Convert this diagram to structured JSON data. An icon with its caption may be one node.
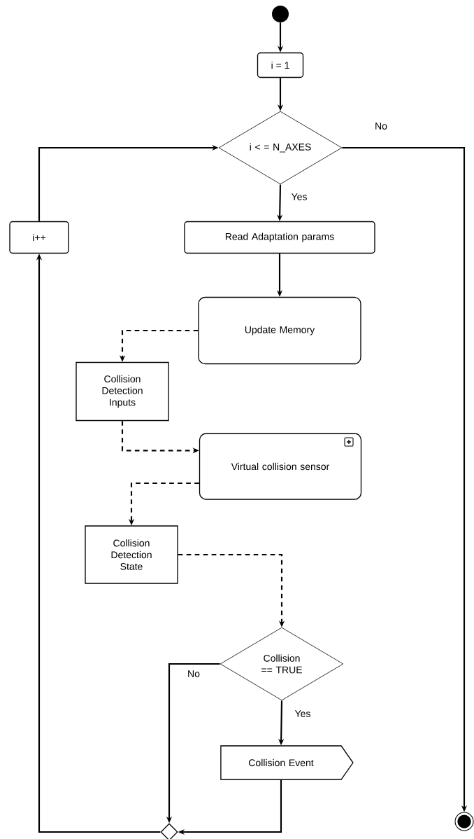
{
  "diagram": {
    "nodes": [
      {
        "text": [],
        "shape": "circle"
      },
      {
        "text": [
          "i = 1"
        ]
      },
      {
        "text": [
          "i < = N_AXES"
        ]
      },
      {
        "text": [
          "Read Adaptation params"
        ]
      },
      {
        "text": [
          "Update Memory"
        ]
      },
      {
        "text": [
          "Collision Detection Inputs"
        ]
      },
      {
        "text": [
          "Virtual collision sensor"
        ]
      },
      {
        "text": [
          "Collision Detection State"
        ]
      },
      {
        "text": [
          "Collision == TRUE"
        ]
      },
      {
        "text": [
          "Collision Event"
        ]
      },
      {
        "text": [],
        "shape": "diamond"
      },
      {
        "text": [
          "i++"
        ]
      },
      {
        "text": [],
        "shape": "circle"
      }
    ],
    "edges": [
      {
        "from": 0,
        "to": 1,
        "arrow": "to"
      },
      {
        "from": 1,
        "to": 2,
        "arrow": "to"
      },
      {
        "from": 2,
        "to": 3,
        "arrow": "to",
        "label": "Yes"
      },
      {
        "from": 3,
        "to": 4,
        "arrow": "to"
      },
      {
        "from": 4,
        "to": 5,
        "arrow": "to",
        "style": "dashed"
      },
      {
        "from": 5,
        "to": 6,
        "arrow": "to",
        "style": "dashed"
      },
      {
        "from": 6,
        "to": 7,
        "arrow": "to",
        "style": "dashed"
      },
      {
        "from": 7,
        "to": 8,
        "arrow": "to",
        "style": "dashed"
      },
      {
        "from": 8,
        "to": 9,
        "arrow": "to",
        "label": "Yes"
      },
      {
        "from": 8,
        "to": 10,
        "arrow": "to",
        "label": "No"
      },
      {
        "from": 9,
        "to": 10,
        "arrow": "to"
      },
      {
        "from": 10,
        "to": 11,
        "arrow": "to"
      },
      {
        "from": 11,
        "to": 2,
        "arrow": "to"
      },
      {
        "from": 2,
        "to": 12,
        "arrow": "to",
        "label": "No"
      }
    ]
  }
}
